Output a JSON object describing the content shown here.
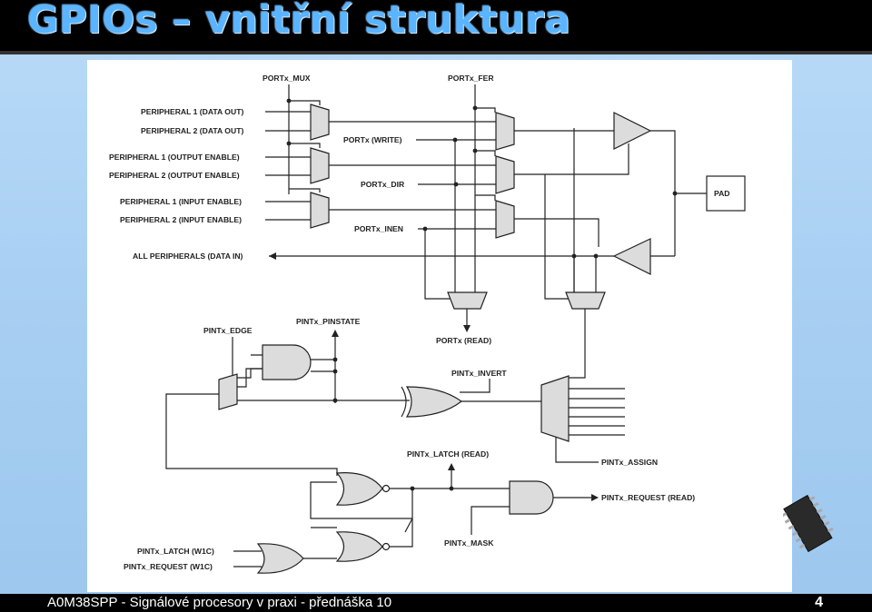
{
  "slide": {
    "title": "GPIOs – vnitřní struktura",
    "footer": "A0M38SPP - Signálové procesory v praxi - přednáška 10",
    "page_number": "4"
  },
  "diagram": {
    "labels": {
      "portx_mux": "PORTx_MUX",
      "portx_fer": "PORTx_FER",
      "periph1_data_out": "PERIPHERAL 1 (DATA OUT)",
      "periph2_data_out": "PERIPHERAL 2 (DATA OUT)",
      "periph1_output_enable": "PERIPHERAL 1 (OUTPUT ENABLE)",
      "periph2_output_enable": "PERIPHERAL 2 (OUTPUT ENABLE)",
      "periph1_input_enable": "PERIPHERAL 1 (INPUT ENABLE)",
      "periph2_input_enable": "PERIPHERAL 2 (INPUT ENABLE)",
      "portx_write": "PORTx (WRITE)",
      "portx_dir": "PORTx_DIR",
      "portx_inen": "PORTx_INEN",
      "pad": "PAD",
      "all_peripherals": "ALL PERIPHERALS (DATA IN)",
      "portx_read": "PORTx (READ)",
      "pintx_edge": "PINTx_EDGE",
      "pintx_pinstate": "PINTx_PINSTATE",
      "pintx_invert": "PINTx_INVERT",
      "pintx_assign": "PINTx_ASSIGN",
      "pintx_latch_read": "PINTx_LATCH (READ)",
      "pintx_request_read": "PINTx_REQUEST (READ)",
      "pintx_mask": "PINTx_MASK",
      "pintx_latch_w1c": "PINTx_LATCH (W1C)",
      "pintx_request_w1c": "PINTx_REQUEST (W1C)"
    }
  }
}
